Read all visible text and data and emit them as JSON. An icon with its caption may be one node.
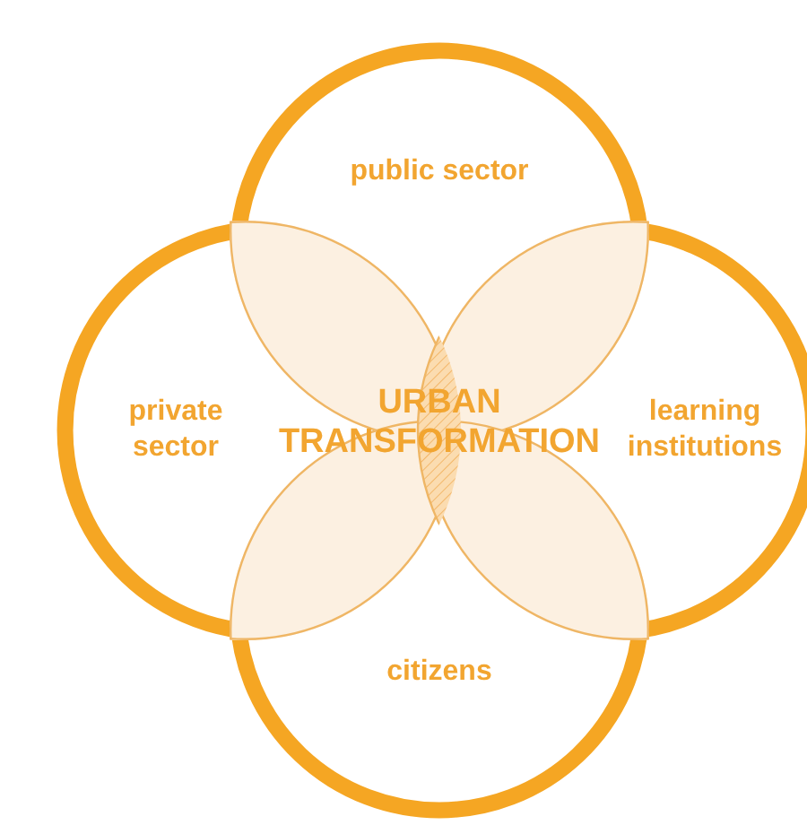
{
  "diagram": {
    "nodes": [
      {
        "text": [
          "public sector"
        ]
      },
      {
        "text": [
          "private sector"
        ]
      },
      {
        "text": [
          "learning institutions"
        ]
      },
      {
        "text": [
          "citizens"
        ]
      }
    ],
    "labels": [
      "URBAN TRANSFORMATION"
    ]
  }
}
